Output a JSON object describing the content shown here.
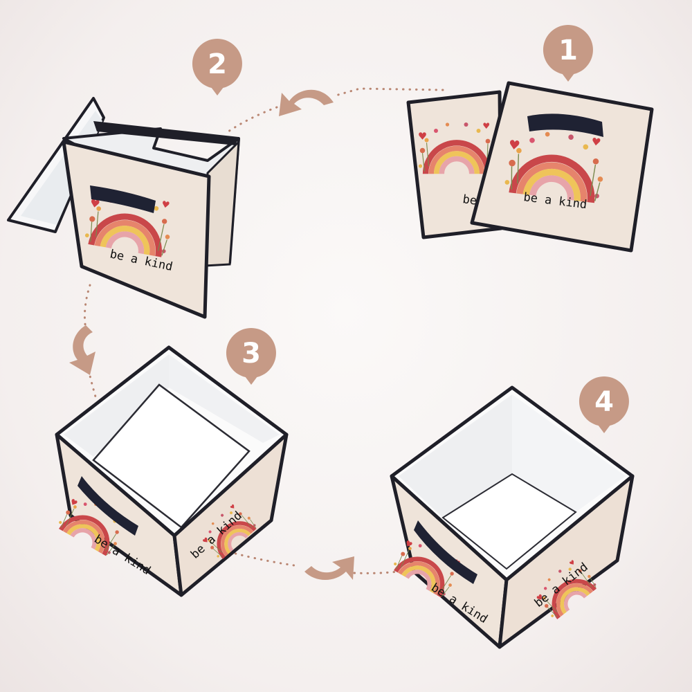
{
  "diagram": {
    "steps": [
      {
        "number": "1"
      },
      {
        "number": "2"
      },
      {
        "number": "3"
      },
      {
        "number": "4"
      }
    ],
    "print_text": "be a kind",
    "colors": {
      "badge": "#c69a86",
      "arrow": "#c69a86",
      "fabric": "#efe4da",
      "trim": "#1f1f28",
      "interior": "#fbfbfb",
      "handle": "#1f2233"
    }
  }
}
